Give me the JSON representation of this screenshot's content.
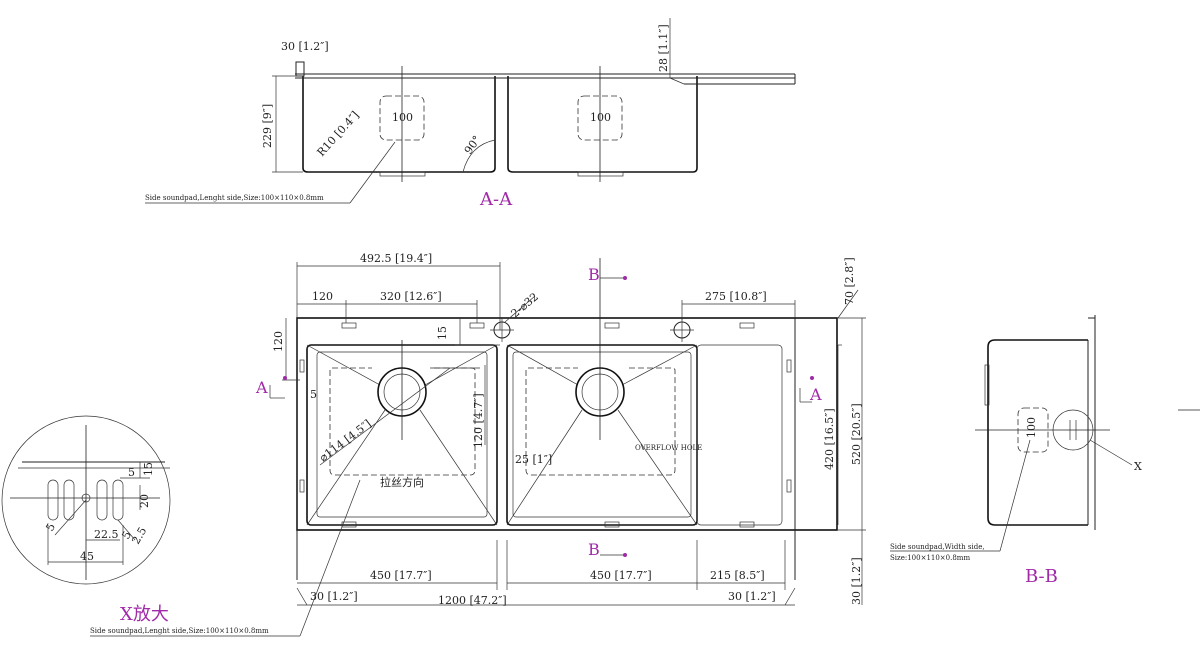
{
  "section_aa": {
    "title": "A-A",
    "dim_top": "30 [1.2″]",
    "dim_height": "229 [9″]",
    "dim_right": "28 [1.1″]",
    "radius": "R10 [0.4″]",
    "pad_left": "100",
    "pad_right": "100",
    "angle": "90°",
    "note": "Side soundpad,Lenght side,Size:100×110×0.8mm"
  },
  "plan": {
    "dim_492": "492.5 [19.4″]",
    "dim_120_h": "120",
    "dim_320": "320 [12.6″]",
    "dim_275": "275 [10.8″]",
    "holes": "2-⌀32",
    "dim_15": "15",
    "dim_120_v": "120",
    "dim_5": "5",
    "dim_114": "⌀114 [4.5″]",
    "dim_120_r": "120 [4.7″]",
    "dim_25": "25 [1″]",
    "brushing": "拉丝方向",
    "overflow": "OVERFLOW HOLE",
    "dim_70": "70 [2.8″]",
    "dim_420": "420 [16.5″]",
    "dim_520": "520 [20.5″]",
    "dim_30_r": "30 [1.2″]",
    "dim_450_l": "450 [17.7″]",
    "dim_450_r": "450 [17.7″]",
    "dim_215": "215 [8.5″]",
    "dim_30_bl": "30 [1.2″]",
    "dim_30_br": "30 [1.2″]",
    "dim_1200": "1200 [47.2″]",
    "marker_a_left": "A",
    "marker_a_right": "A",
    "marker_b_top": "B",
    "marker_b_bottom": "B",
    "note": "Side soundpad,Lenght side,Size:100×110×0.8mm"
  },
  "detail_x": {
    "title": "X放大",
    "d5a": "5",
    "d15": "15",
    "d20": "20",
    "d5b": "5",
    "d225": "22.5",
    "d5c": "5",
    "d25": "2.5",
    "d45": "45"
  },
  "section_bb": {
    "title": "B-B",
    "pad": "100",
    "x_label": "X",
    "note_line1": "Side soundpad,Width side,",
    "note_line2": "Size:100×110×0.8mm"
  },
  "colors": {
    "ink": "#222222",
    "marker": "#a02aa8"
  }
}
